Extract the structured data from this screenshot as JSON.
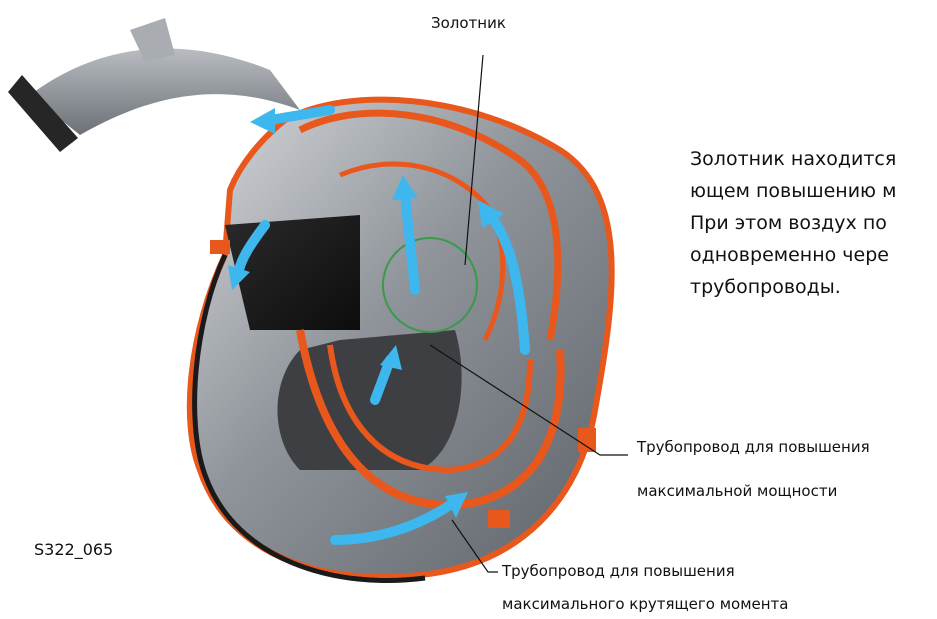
{
  "labels": {
    "valve": "Золотник",
    "pipe_power_line1": "Трубопровод для повышения",
    "pipe_power_line2": "максимальной мощности",
    "pipe_torque_line1": "Трубопровод для повышения",
    "pipe_torque_line2": "максимального крутящего момента",
    "figure_id": "S322_065"
  },
  "body_text": {
    "line1": "Золотник находится",
    "line2": "ющем повышению м",
    "line3": "При этом воздух по",
    "line4": "одновременно чере",
    "line5": "трубопроводы."
  },
  "colors": {
    "housing_orange": "#e8581c",
    "metal_gray": "#8c9096",
    "metal_light": "#c9ccd0",
    "flow_arrow_blue": "#3db7ee",
    "valve_circle_green": "#3a9a4a",
    "dark_interior": "#1a1a1a",
    "intake_black": "#262626"
  },
  "icons": {
    "flow_arrow": "flow-arrow-icon",
    "valve_marker": "valve-circle-icon"
  }
}
